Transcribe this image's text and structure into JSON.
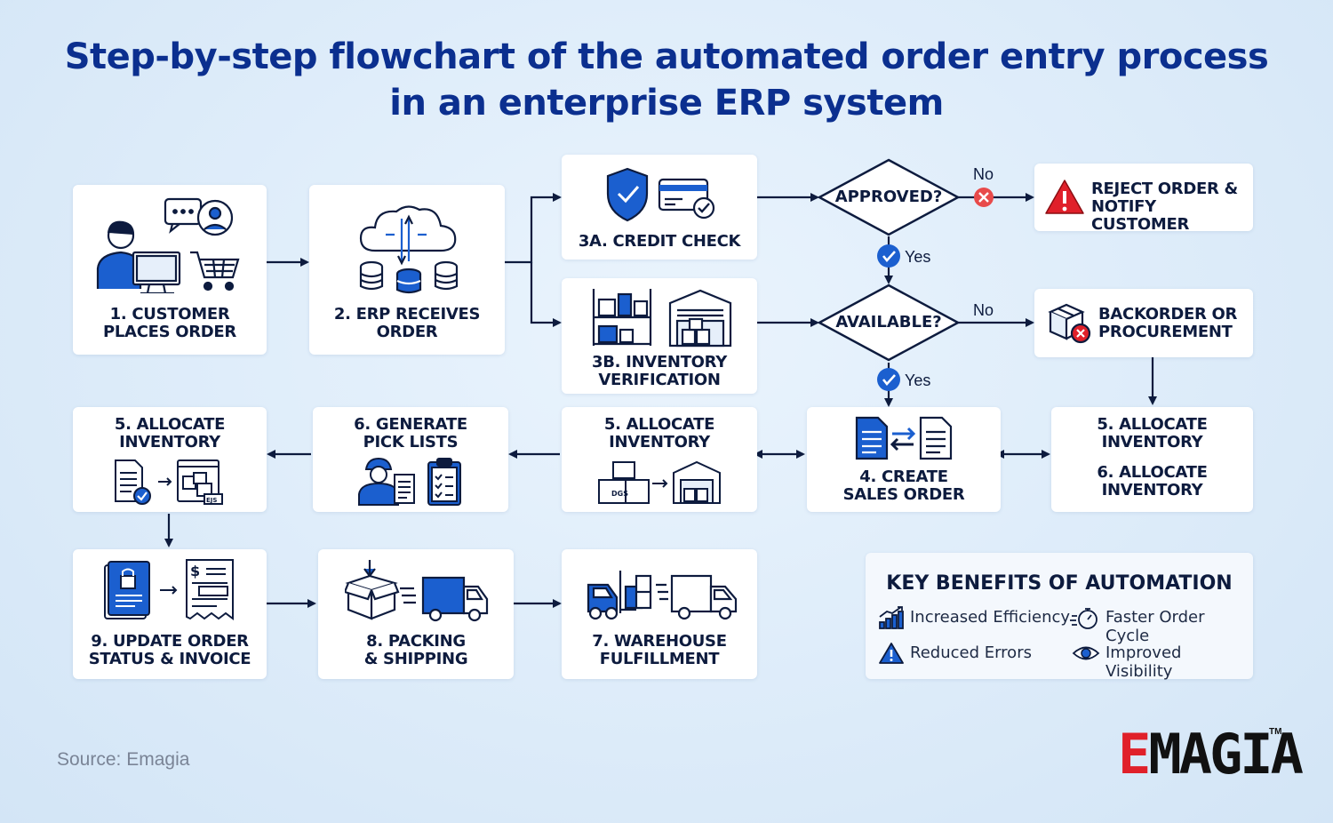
{
  "title": {
    "line1": "Step-by-step flowchart of the automated order entry process",
    "line2": "in an enterprise ERP system"
  },
  "nodes": {
    "customer": {
      "line1": "1. CUSTOMER",
      "line2": "PLACES ORDER"
    },
    "erp": {
      "line1": "2. ERP RECEIVES",
      "line2": "ORDER"
    },
    "credit": {
      "line1": "3A. CREDIT CHECK"
    },
    "inventory_verify": {
      "line1": "3B. INVENTORY",
      "line2": "VERIFICATION"
    },
    "reject": {
      "line1": "REJECT ORDER &",
      "line2": "NOTIFY CUSTOMER"
    },
    "backorder": {
      "line1": "BACKORDER OR",
      "line2": "PROCUREMENT"
    },
    "create_sales": {
      "line1": "4. CREATE",
      "line2": "SALES ORDER"
    },
    "allocate_mid": {
      "line1": "5. ALLOCATE",
      "line2": "INVENTORY"
    },
    "allocate_right": {
      "line1": "5. ALLOCATE",
      "line2": "INVENTORY",
      "line3": "6. ALLOCATE",
      "line4": "INVENTORY"
    },
    "pick_lists": {
      "line1": "6. GENERATE",
      "line2": "PICK LISTS"
    },
    "allocate_left": {
      "line1": "5. ALLOCATE",
      "line2": "INVENTORY"
    },
    "update_status": {
      "line1": "9. UPDATE ORDER",
      "line2": "STATUS & INVOICE"
    },
    "packing": {
      "line1": "8. PACKING",
      "line2": "& SHIPPING"
    },
    "warehouse": {
      "line1": "7. WAREHOUSE",
      "line2": "FULFILLMENT"
    }
  },
  "decisions": {
    "approved": {
      "label": "APPROVED?",
      "no": "No",
      "yes": "Yes"
    },
    "available": {
      "label": "AVAILABLE?",
      "no": "No",
      "yes": "Yes"
    }
  },
  "icon_text": {
    "dgs": "DGS",
    "ejs": "EJS",
    "dollar": "$"
  },
  "benefits": {
    "title": "KEY BENEFITS OF AUTOMATION",
    "items": [
      {
        "label": "Increased Efficiency",
        "icon": "bar-chart-icon"
      },
      {
        "label": "Faster Order Cycle",
        "icon": "stopwatch-icon"
      },
      {
        "label": "Reduced Errors",
        "icon": "warning-icon"
      },
      {
        "label": "Improved Visibility",
        "icon": "eye-icon"
      }
    ]
  },
  "source": "Source: Emagia",
  "logo": {
    "text": "EMAGIA",
    "tm": "TM"
  },
  "colors": {
    "navy": "#0d1b3e",
    "blue": "#1b5fcf",
    "red": "#e0202a",
    "title": "#0b2f8f"
  }
}
